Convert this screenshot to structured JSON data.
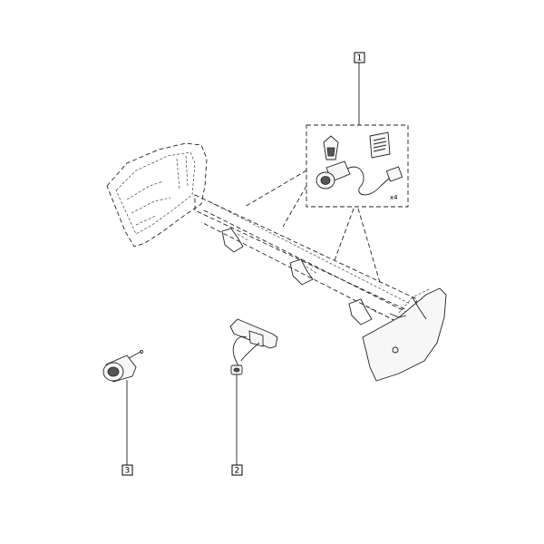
{
  "callouts": [
    {
      "label": "1"
    },
    {
      "label": "2"
    },
    {
      "label": "3"
    }
  ],
  "kit": {
    "quantity_label": "x4"
  }
}
